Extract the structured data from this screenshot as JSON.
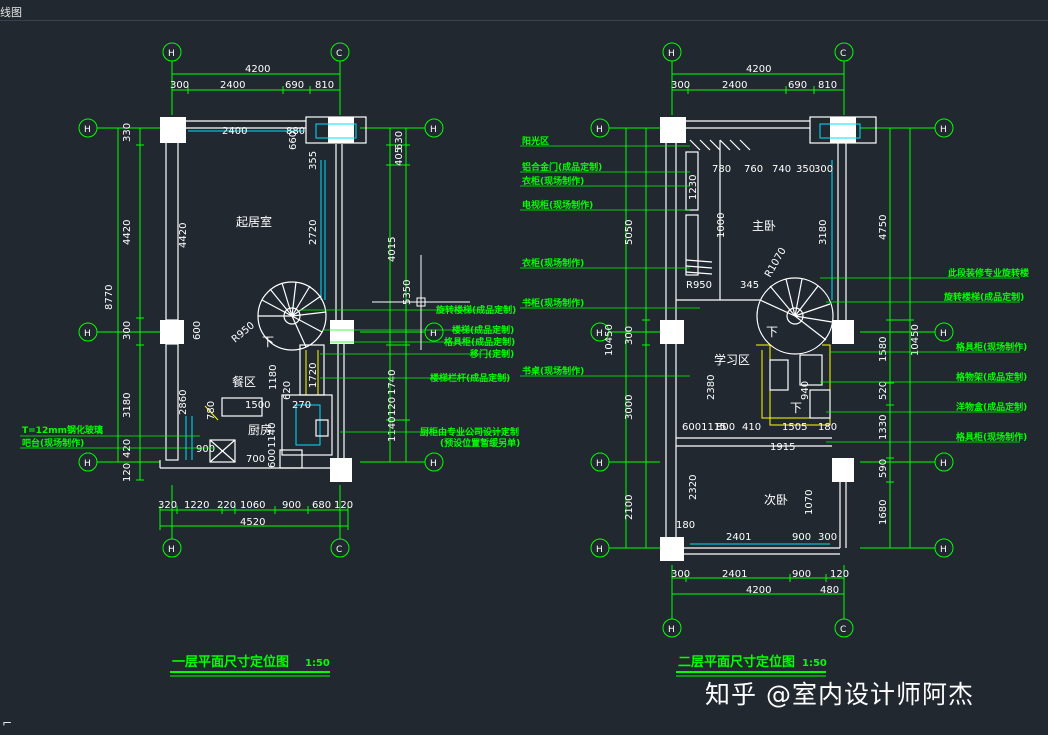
{
  "window": {
    "title": "线图"
  },
  "colors": {
    "background": "#212830",
    "dim": "#00ff00",
    "wall": "#ffffff",
    "cyan": "#00e0ff",
    "yellow": "#ffff00",
    "label": "#00ff00"
  },
  "plan1": {
    "title": "一层平面尺寸定位图",
    "scale": "1:50",
    "axes": {
      "top_left": "H",
      "top_right": "C",
      "left_top": "H",
      "left_mid": "H",
      "left_bot": "H",
      "right_top": "H",
      "right_mid": "H",
      "right_bot": "H",
      "bot_left": "H",
      "bot_right": "C"
    },
    "top_dims": {
      "total": "4200",
      "d1": "300",
      "d2": "2400",
      "d3": "690",
      "d4": "810"
    },
    "bottom_dims": {
      "total": "4520",
      "d1": "320",
      "d2": "1220",
      "d3": "220",
      "d4": "1060",
      "d5": "900",
      "d6": "680",
      "d7": "120"
    },
    "left_dims": {
      "d1": "330",
      "d2": "4420",
      "total": "8770",
      "d3": "300",
      "d4": "3180",
      "d5": "420",
      "d6": "120"
    },
    "right_dims": {
      "d1": "630",
      "d2": "405",
      "d3": "4015",
      "d4": "5350",
      "d5": "1740",
      "d6": "1140",
      "d7": "120"
    },
    "inner_dims": {
      "a": "2400",
      "b": "880",
      "c": "660",
      "d": "355",
      "e": "2720",
      "f": "4420",
      "g": "600",
      "h": "R950",
      "i": "1720",
      "j": "2860",
      "k": "1500",
      "l": "1140",
      "m": "780",
      "n": "900",
      "o": "700",
      "p": "600",
      "q": "270",
      "r": "620",
      "s": "1180"
    },
    "rooms": {
      "living": "起居室",
      "dining": "餐区",
      "kitchen": "厨房",
      "down": "下"
    },
    "labels": {
      "r1": "旋转楼梯(成品定制)",
      "r2": "楼梯(成品定制)",
      "r3": "格具柜(成品定制)",
      "r4": "移门(定制)",
      "r5": "楼梯栏杆(成品定制)",
      "r6": "厨柜由专业公司设计定制",
      "r7": "(预设位置暂缓另单)",
      "l1": "T=12mm钢化玻璃",
      "l2": "吧台(现场制作)"
    }
  },
  "plan2": {
    "title": "二层平面尺寸定位图",
    "scale": "1:50",
    "axes": {
      "top_left": "H",
      "top_right": "C",
      "left_top": "H",
      "left_mid": "H",
      "left_bot": "H",
      "left_bot2": "H",
      "right_top": "H",
      "right_mid": "H",
      "right_bot": "H",
      "right_bot2": "H",
      "bot_left": "H",
      "bot_right": "C"
    },
    "top_dims": {
      "total": "4200",
      "d1": "300",
      "d2": "2400",
      "d3": "690",
      "d4": "810"
    },
    "bottom_dims": {
      "total": "4200",
      "d1": "300",
      "d2": "2401",
      "d3": "900",
      "d4": "120",
      "d5": "480"
    },
    "left_dims": {
      "d1": "5050",
      "total": "10450",
      "d2": "300",
      "d3": "3000",
      "d4": "2100"
    },
    "right_dims": {
      "d1": "4750",
      "total": "10450",
      "d2": "1580",
      "d3": "520",
      "d4": "1330",
      "d5": "590",
      "d6": "1680"
    },
    "inner_dims": {
      "a": "780",
      "b": "760",
      "c": "740",
      "d": "350",
      "e": "300",
      "f": "1230",
      "g": "1000",
      "h": "3180",
      "i": "R1070",
      "j": "R950",
      "k": "345",
      "l": "2380",
      "m": "6001115",
      "n": "800",
      "o": "410",
      "p": "1505",
      "q": "180",
      "r": "1915",
      "s": "2320",
      "t": "2401",
      "u": "900",
      "v": "300",
      "w": "180",
      "x": "940",
      "y": "1070"
    },
    "rooms": {
      "master": "主卧",
      "study": "学习区",
      "second": "次卧",
      "down": "下",
      "up": "下"
    },
    "labels": {
      "l1": "阳光区",
      "l2": "铝合金门(成品定制)",
      "l3": "衣柜(现场制作)",
      "l4": "电视柜(现场制作)",
      "l5": "衣柜(现场制作)",
      "l6": "书柜(现场制作)",
      "l7": "书桌(现场制作)",
      "r1": "此段装修专业旋转楼",
      "r2": "旋转楼梯(成品定制)",
      "r3": "格具柜(现场制作)",
      "r4": "格物架(成品定制)",
      "r5": "洋物盒(成品定制)",
      "r6": "格具柜(现场制作)"
    }
  },
  "watermark": "知乎 @室内设计师阿杰"
}
